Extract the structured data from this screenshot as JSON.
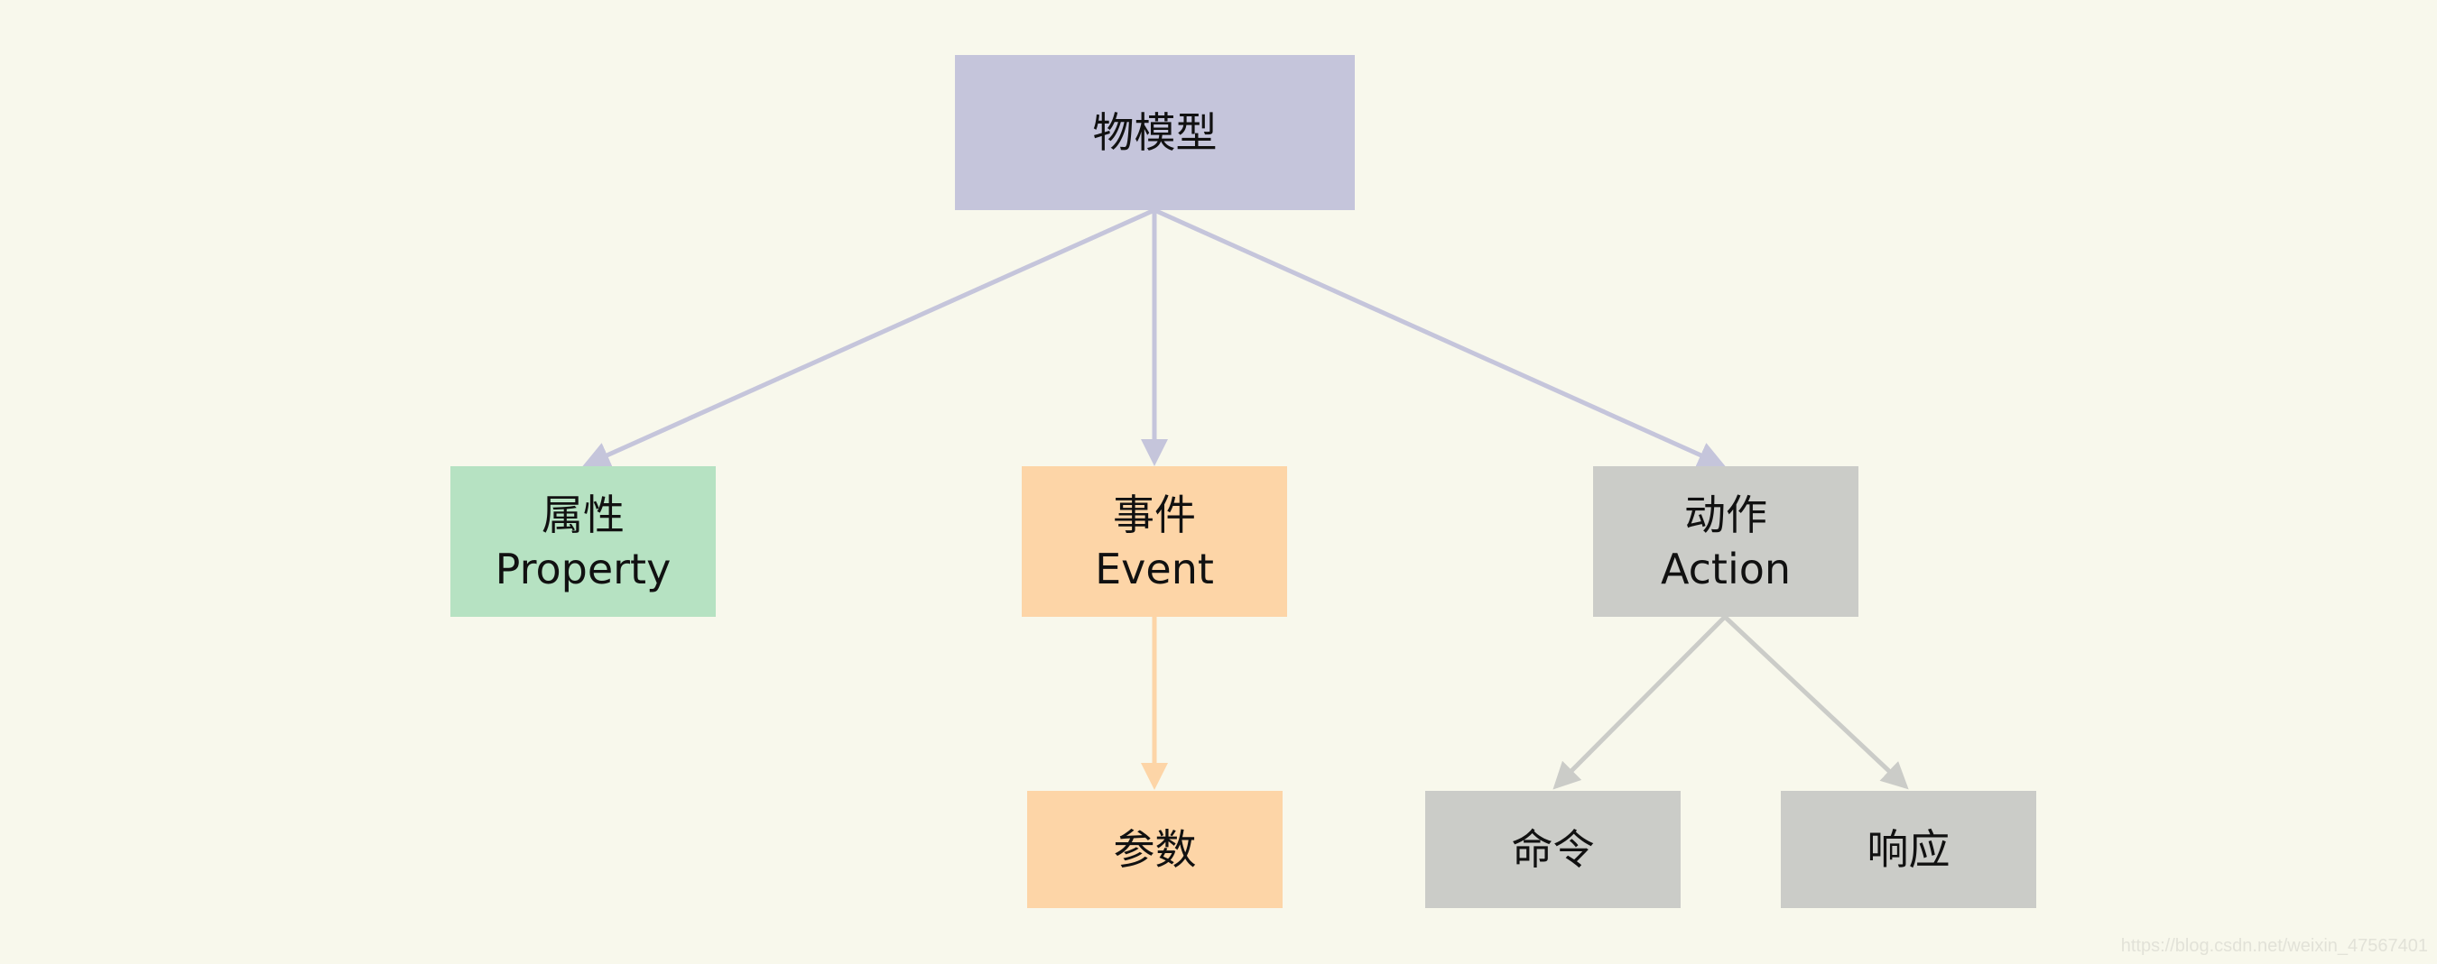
{
  "colors": {
    "background": "#f8f8ec",
    "root": "#c5c5db",
    "property": "#b6e2c2",
    "event": "#fdd5a7",
    "action": "#cbccc8"
  },
  "nodes": {
    "root": {
      "label": "物模型"
    },
    "property": {
      "label": "属性",
      "sublabel": "Property"
    },
    "event": {
      "label": "事件",
      "sublabel": "Event"
    },
    "action": {
      "label": "动作",
      "sublabel": "Action"
    },
    "params": {
      "label": "参数"
    },
    "command": {
      "label": "命令"
    },
    "response": {
      "label": "响应"
    }
  },
  "watermark": "https://blog.csdn.net/weixin_47567401"
}
